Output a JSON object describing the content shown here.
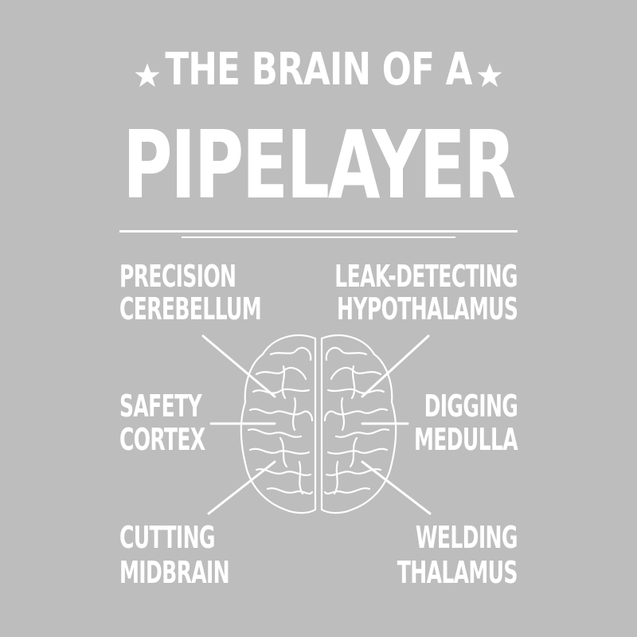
{
  "title": {
    "line1": "THE BRAIN OF A",
    "line2": "PIPELAYER"
  },
  "labels": {
    "top_left": [
      "PRECISION",
      "CEREBELLUM"
    ],
    "top_right": [
      "LEAK-DETECTING",
      "HYPOTHALAMUS"
    ],
    "mid_left": [
      "SAFETY",
      "CORTEX"
    ],
    "mid_right": [
      "DIGGING",
      "MEDULLA"
    ],
    "bottom_left": [
      "CUTTING",
      "MIDBRAIN"
    ],
    "bottom_right": [
      "WELDING",
      "THALAMUS"
    ]
  },
  "colors": {
    "background": "#bdbdbd",
    "foreground": "#ffffff"
  },
  "icons": [
    "star-icon",
    "brain-icon"
  ]
}
